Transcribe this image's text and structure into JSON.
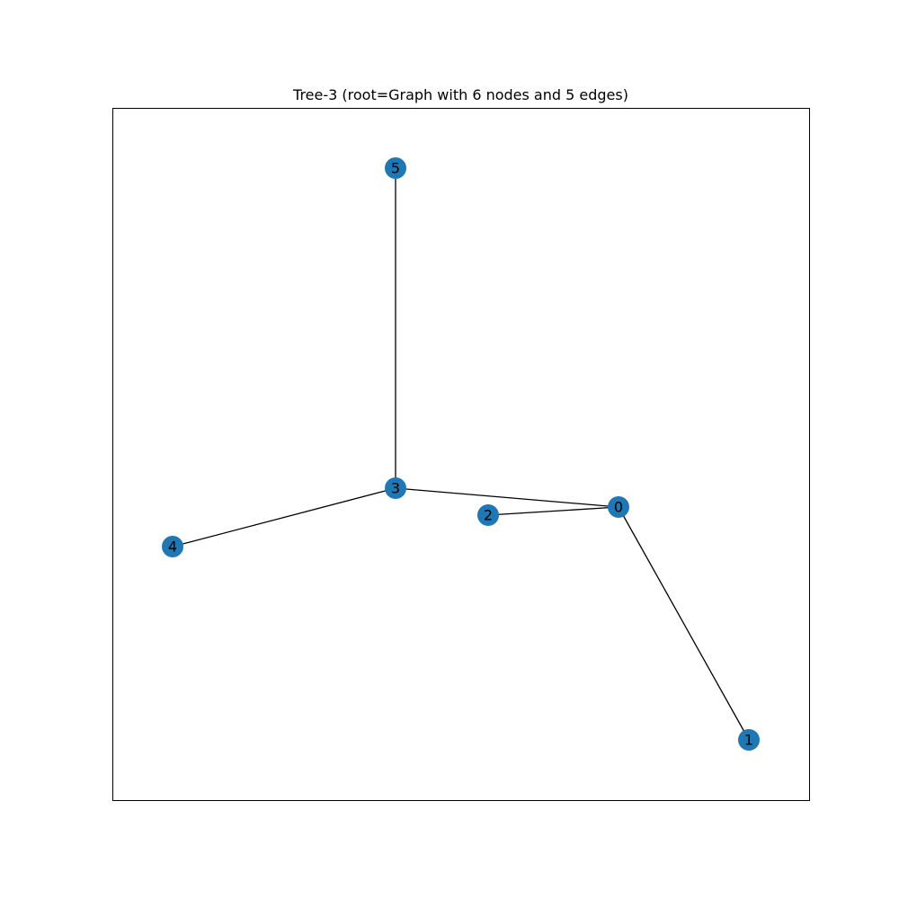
{
  "title": "Tree-3 (root=Graph with 6 nodes and 5 edges)",
  "colors": {
    "node_fill": "#1f77b4",
    "edge": "#000000",
    "frame": "#000000",
    "background": "#ffffff"
  },
  "graph": {
    "nodes": [
      {
        "id": "0",
        "label": "0"
      },
      {
        "id": "1",
        "label": "1"
      },
      {
        "id": "2",
        "label": "2"
      },
      {
        "id": "3",
        "label": "3"
      },
      {
        "id": "4",
        "label": "4"
      },
      {
        "id": "5",
        "label": "5"
      }
    ],
    "edges": [
      {
        "source": "5",
        "target": "3"
      },
      {
        "source": "3",
        "target": "4"
      },
      {
        "source": "3",
        "target": "0"
      },
      {
        "source": "2",
        "target": "0"
      },
      {
        "source": "0",
        "target": "1"
      }
    ]
  }
}
